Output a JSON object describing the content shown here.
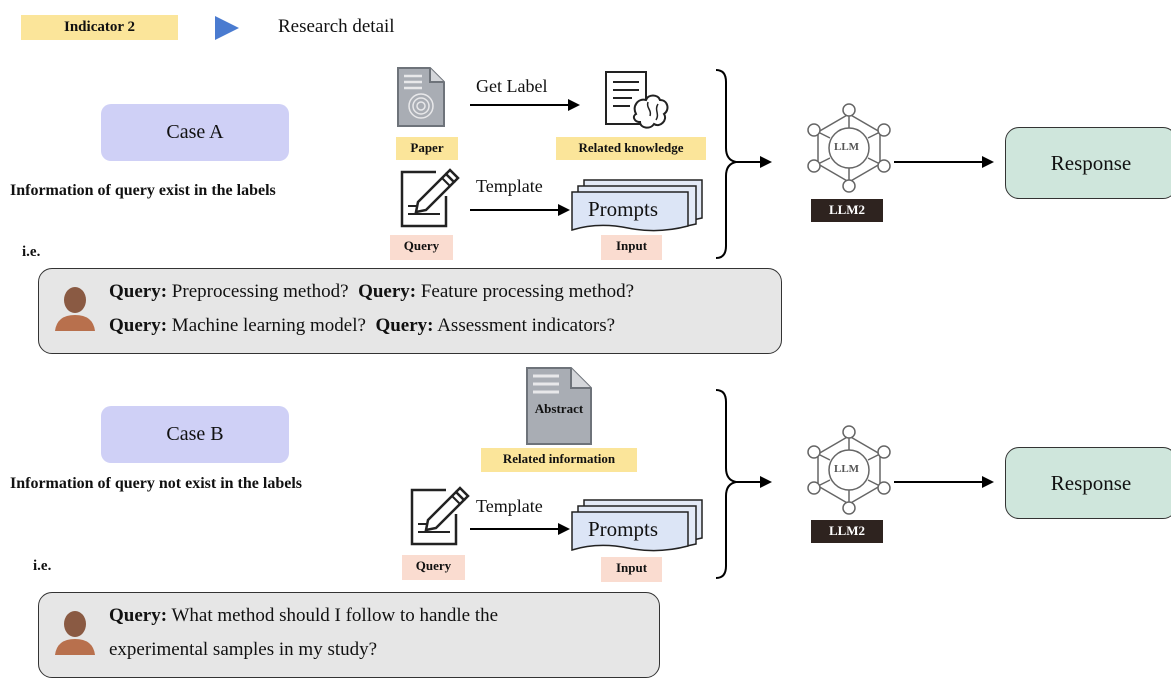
{
  "header": {
    "indicator_label": "Indicator 2",
    "research_detail": "Research detail"
  },
  "case_a": {
    "title": "Case A",
    "condition": "Information of query exist in the labels",
    "ie": "i.e.",
    "paper_tag": "Paper",
    "get_label": "Get Label",
    "related_knowledge_tag": "Related knowledge",
    "template_label": "Template",
    "prompts_label": "Prompts",
    "query_tag": "Query",
    "input_tag": "Input",
    "llm_text": "LLM",
    "llm_tag": "LLM2",
    "response": "Response",
    "queries": [
      {
        "label": "Query:",
        "text": " Preprocessing method?"
      },
      {
        "label": "Query:",
        "text": " Feature processing method?"
      },
      {
        "label": "Query:",
        "text": " Machine learning model?"
      },
      {
        "label": "Query:",
        "text": " Assessment indicators?"
      }
    ]
  },
  "case_b": {
    "title": "Case B",
    "condition": "Information of query not exist in the labels",
    "ie": "i.e.",
    "abstract_label": "Abstract",
    "related_information_tag": "Related information",
    "template_label": "Template",
    "prompts_label": "Prompts",
    "query_tag": "Query",
    "input_tag": "Input",
    "llm_text": "LLM",
    "llm_tag": "LLM2",
    "response": "Response",
    "query_label": "Query:",
    "query_line1": " What method should I follow to handle the",
    "query_line2": "experimental samples in my study?"
  },
  "colors": {
    "tag_yellow": "#fbe59a",
    "tag_pink": "#fadcd0",
    "case_purple": "#cfd0f6",
    "response_green": "#cfe6dc",
    "arrow_blue": "#4a7bd0",
    "llm_dark": "#2e231f"
  }
}
